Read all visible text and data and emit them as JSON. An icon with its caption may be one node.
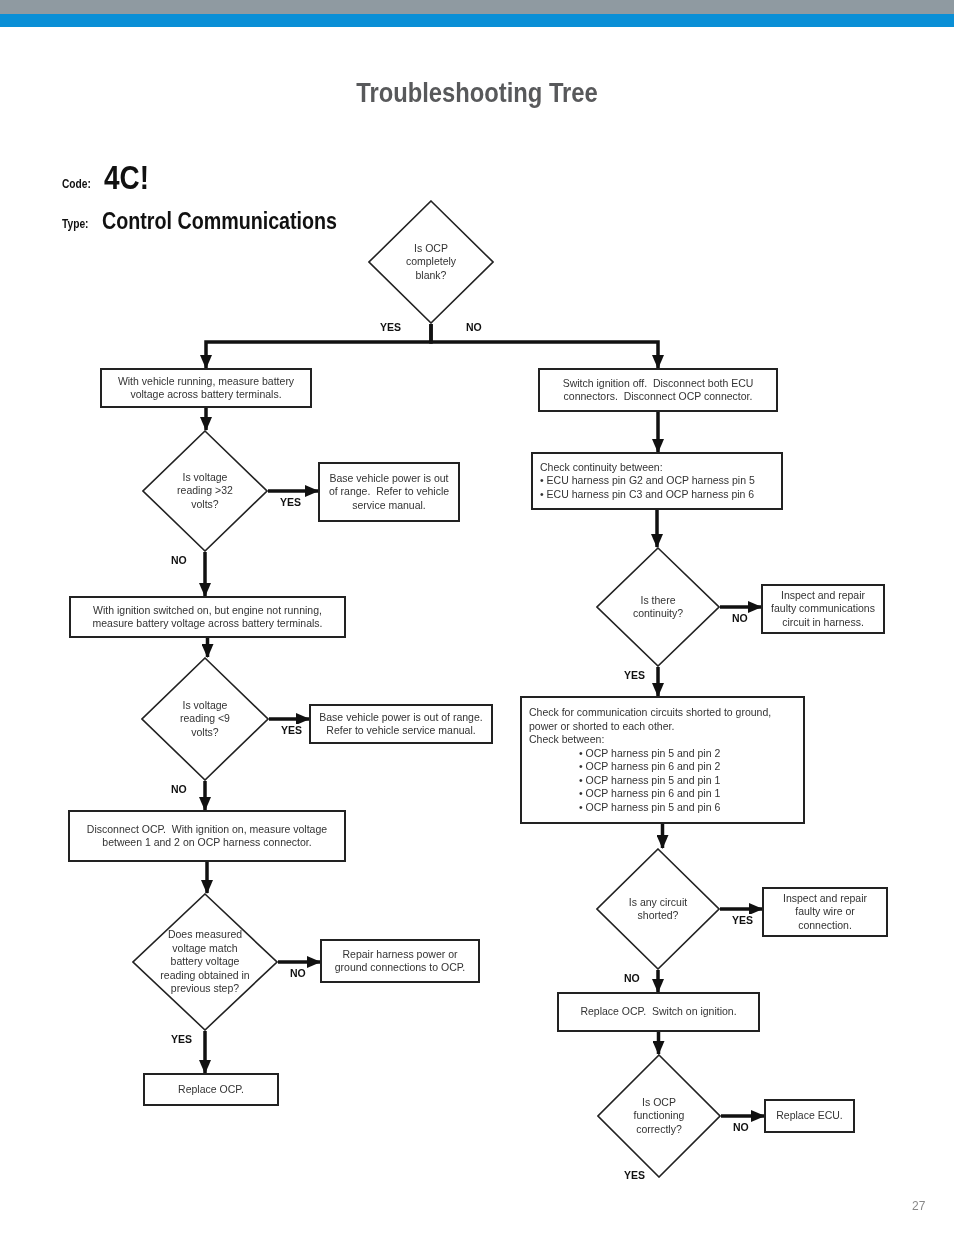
{
  "diagram": {
    "title": "Troubleshooting Tree",
    "nodes": [
      {
        "text": [
          "Is OCP completely blank?"
        ]
      },
      {
        "text": [
          "With vehicle running, measure battery voltage across battery terminals."
        ]
      },
      {
        "text": [
          "Switch ignition off.  Disconnect both ECU connectors.  Disconnect OCP connector."
        ]
      },
      {
        "text": [
          "Is voltage reading >32 volts?"
        ]
      },
      {
        "text": [
          "Base vehicle power is out of range.  Refer to vehicle service manual."
        ]
      },
      {
        "text": [
          "With ignition switched on, but engine not running, measure battery voltage across battery terminals."
        ]
      },
      {
        "text": [
          "Is voltage reading <9 volts?"
        ]
      },
      {
        "text": [
          "Base vehicle power is out of range. Refer to vehicle service manual."
        ]
      },
      {
        "text": [
          "Disconnect OCP.  With ignition on, measure voltage between 1 and 2 on OCP harness connector."
        ]
      },
      {
        "text": [
          "Does measured voltage match battery voltage reading obtained in previous step?"
        ]
      },
      {
        "text": [
          "Repair harness power or ground connections to OCP."
        ]
      },
      {
        "text": [
          "Replace OCP."
        ]
      },
      {
        "text": [
          "Check continuity between:",
          "• ECU harness pin G2 and OCP harness pin 5",
          "• ECU harness pin C3 and OCP harness pin 6"
        ]
      },
      {
        "text": [
          "Is there continuity?"
        ]
      },
      {
        "text": [
          "Inspect and repair faulty communications circuit in harness."
        ]
      },
      {
        "text": [
          "Check for communication circuits shorted to ground, power or shorted to each other.",
          "Check between:",
          "• OCP harness pin 5 and pin 2",
          "• OCP harness pin 6 and pin 2",
          "• OCP harness pin 5 and pin 1",
          "• OCP harness pin 6 and pin 1",
          "• OCP harness pin 5 and pin 6"
        ]
      },
      {
        "text": [
          "Is any circuit shorted?"
        ]
      },
      {
        "text": [
          "Inspect and repair faulty wire or connection."
        ]
      },
      {
        "text": [
          "Replace OCP.  Switch on ignition."
        ]
      },
      {
        "text": [
          "Is OCP functioning correctly?"
        ]
      },
      {
        "text": [
          "Replace ECU."
        ]
      }
    ],
    "edges": [
      {
        "from": 0,
        "to": 1,
        "arrow": "to",
        "label": "YES"
      },
      {
        "from": 0,
        "to": 2,
        "arrow": "to",
        "label": "NO"
      },
      {
        "from": 1,
        "to": 3,
        "arrow": "to"
      },
      {
        "from": 3,
        "to": 4,
        "arrow": "to",
        "label": "YES"
      },
      {
        "from": 3,
        "to": 5,
        "arrow": "to",
        "label": "NO"
      },
      {
        "from": 5,
        "to": 6,
        "arrow": "to"
      },
      {
        "from": 6,
        "to": 7,
        "arrow": "to",
        "label": "YES"
      },
      {
        "from": 6,
        "to": 8,
        "arrow": "to",
        "label": "NO"
      },
      {
        "from": 8,
        "to": 9,
        "arrow": "to"
      },
      {
        "from": 9,
        "to": 10,
        "arrow": "to",
        "label": "NO"
      },
      {
        "from": 9,
        "to": 11,
        "arrow": "to",
        "label": "YES"
      },
      {
        "from": 2,
        "to": 12,
        "arrow": "to"
      },
      {
        "from": 12,
        "to": 13,
        "arrow": "to"
      },
      {
        "from": 13,
        "to": 14,
        "arrow": "to",
        "label": "NO"
      },
      {
        "from": 13,
        "to": 15,
        "arrow": "to",
        "label": "YES"
      },
      {
        "from": 15,
        "to": 16,
        "arrow": "to"
      },
      {
        "from": 16,
        "to": 17,
        "arrow": "to",
        "label": "YES"
      },
      {
        "from": 16,
        "to": 18,
        "arrow": "to",
        "label": "NO"
      },
      {
        "from": 18,
        "to": 19,
        "arrow": "to"
      },
      {
        "from": 19,
        "to": 20,
        "arrow": "to",
        "label": "NO"
      }
    ],
    "labels": [
      "Code:",
      "4C!",
      "Type:",
      "Control Communications",
      "YES",
      "27"
    ]
  }
}
